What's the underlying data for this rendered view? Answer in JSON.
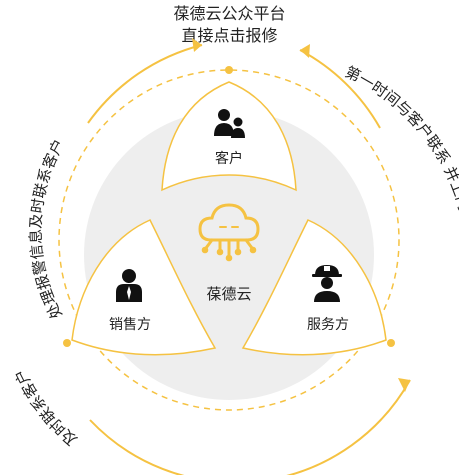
{
  "top": {
    "line1": "葆德云公众平台",
    "line2": "直接点击报修"
  },
  "nodes": {
    "customer": {
      "label": "客户",
      "icon": "customer-group-icon"
    },
    "sales": {
      "label": "销售方",
      "icon": "salesperson-icon"
    },
    "service": {
      "label": "服务方",
      "icon": "service-worker-icon"
    }
  },
  "center": {
    "label": "葆德云",
    "icon": "cloud-chip-icon"
  },
  "arcs": {
    "right": "第一时间与客户联系 并上门服务",
    "left": "处理报警信息及时联系客户",
    "bottom_left": "及时联系客户"
  },
  "colors": {
    "accent": "#F5C242",
    "icon": "#111111",
    "center_circle": "#EEEEEE",
    "petal_fill": "#FFFFFF"
  }
}
